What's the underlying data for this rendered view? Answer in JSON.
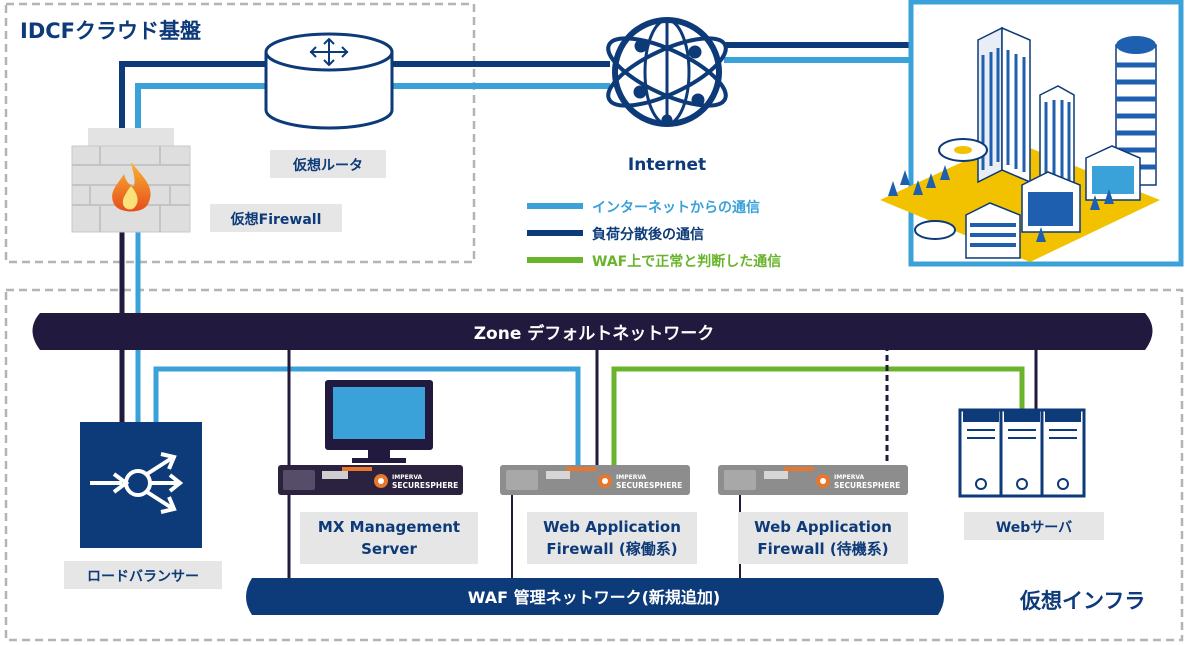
{
  "cloud": {
    "title": "IDCFクラウド基盤"
  },
  "infra": {
    "title": "仮想インフラ"
  },
  "nodes": {
    "router": "仮想ルータ",
    "firewall": "仮想Firewall",
    "internet": "Internet",
    "load_balancer": "ロードバランサー",
    "mx": {
      "line1": "MX Management",
      "line2": "Server"
    },
    "waf_active": {
      "line1": "Web Application",
      "line2": "Firewall (稼働系)"
    },
    "waf_standby": {
      "line1": "Web Application",
      "line2": "Firewall (待機系)"
    },
    "web_server": "Webサーバ"
  },
  "appliance": {
    "brand_top": "IMPERVA",
    "brand_bottom": "SECURESPHERE"
  },
  "networks": {
    "zone": "Zone デフォルトネットワーク",
    "waf_mgmt": "WAF 管理ネットワーク(新規追加)"
  },
  "legend": [
    {
      "label": "インターネットからの通信",
      "color": "#3aa1d9"
    },
    {
      "label": "負荷分散後の通信",
      "color": "#0d3a78"
    },
    {
      "label": "WAF上で正常と判断した通信",
      "color": "#6ab42d"
    }
  ],
  "colors": {
    "dark_navy": "#0d3a78",
    "light_blue": "#3aa1d9",
    "green": "#6ab42d",
    "zone_bar": "#221a3e",
    "accent_orange": "#e8772e"
  }
}
